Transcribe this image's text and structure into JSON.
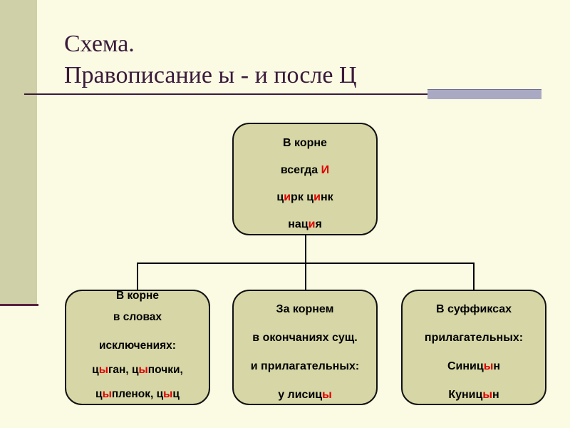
{
  "title": {
    "line1": "Схема.",
    "line2": "Правописание ы - и после Ц"
  },
  "nodes": {
    "root": {
      "line1": "В корне",
      "line2_pre": "всегда ",
      "line2_red": "И",
      "line3_a": "ц",
      "line3_b": "и",
      "line3_c": "рк  ц",
      "line3_d": "и",
      "line3_e": "нк",
      "line4_a": "нац",
      "line4_b": "и",
      "line4_c": "я"
    },
    "left": {
      "line1": "В корне",
      "line2": "в словах",
      "line3": "исключениях:",
      "line4_a": "ц",
      "line4_b": "ы",
      "line4_c": "ган, ц",
      "line4_d": "ы",
      "line4_e": "почки,",
      "line5_a": "ц",
      "line5_b": "ы",
      "line5_c": "пленок, ц",
      "line5_d": "ы",
      "line5_e": "ц"
    },
    "mid": {
      "line1": "За корнем",
      "line2": "в окончаниях сущ.",
      "line3": "и прилагательных:",
      "line4_a": "у  лисиц",
      "line4_b": "ы"
    },
    "right": {
      "line1": "В суффиксах",
      "line2": "прилагательных:",
      "line3_a": "Синиц",
      "line3_b": "ы",
      "line3_c": "н",
      "line4_a": "Куниц",
      "line4_b": "ы",
      "line4_c": "н"
    }
  },
  "colors": {
    "accent_red": "#e00000",
    "node_fill": "#d6d6a6",
    "background": "#fbfbe4"
  }
}
